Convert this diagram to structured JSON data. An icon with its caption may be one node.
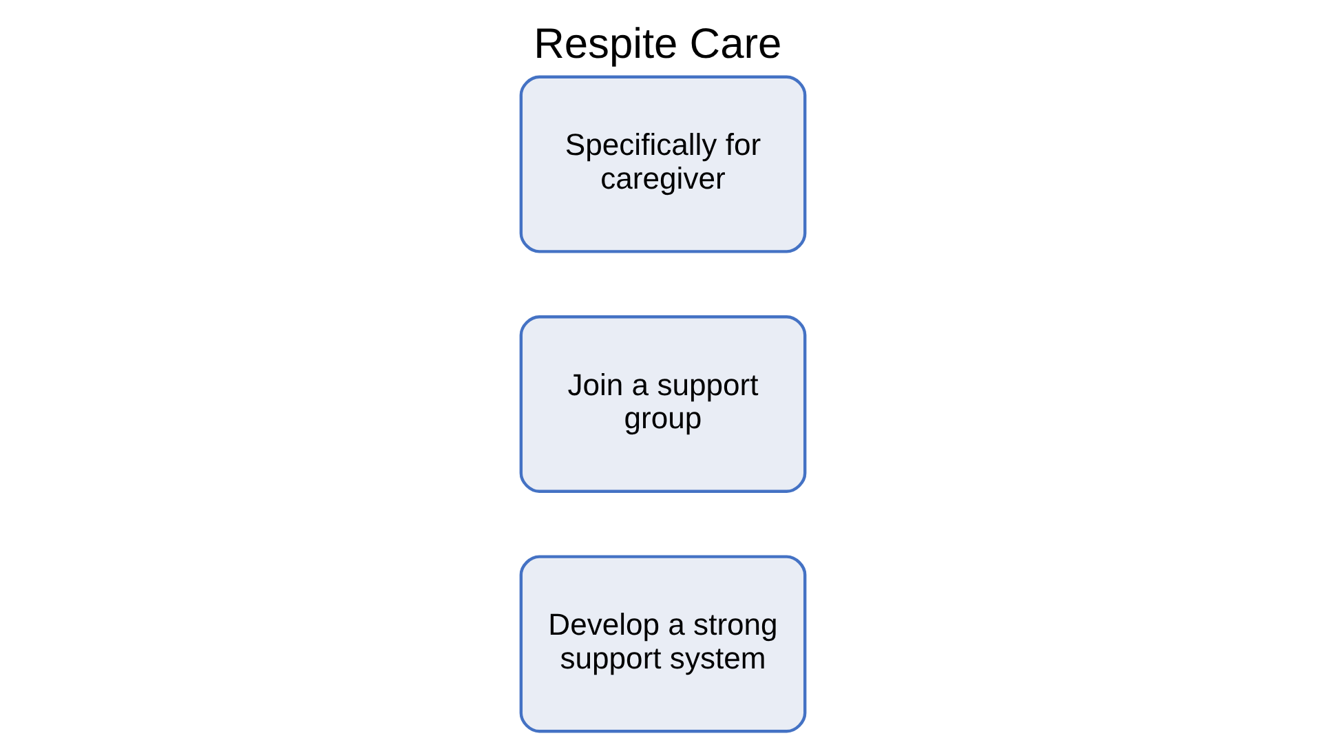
{
  "diagram": {
    "title": "Respite Care",
    "nodes": [
      {
        "text": [
          "Specifically for caregiver"
        ]
      },
      {
        "text": [
          "Join a support group"
        ]
      },
      {
        "text": [
          "Develop a strong support system"
        ]
      }
    ]
  }
}
